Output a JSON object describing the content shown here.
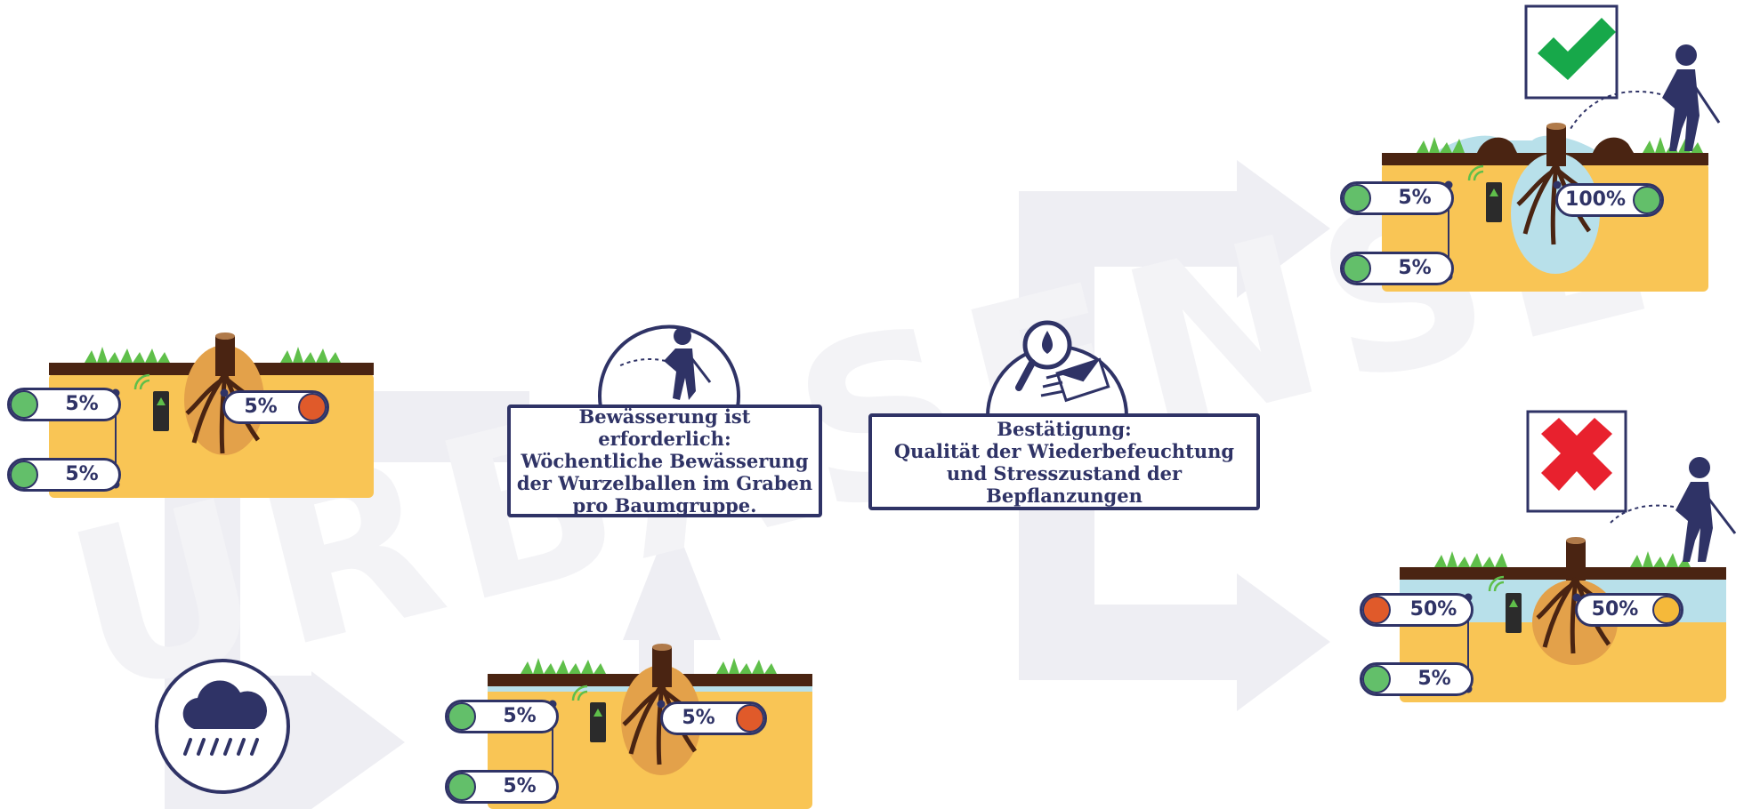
{
  "watermark": "URBASENSE",
  "colors": {
    "navy": "#2f3366",
    "soil": "#f9c555",
    "topsoil": "#4a2412",
    "water": "#b8e0ea",
    "grass": "#5fbf4a",
    "root": "#4a2412",
    "arrow": "#eeeef3",
    "sensor_ok": "#63bf6a",
    "sensor_dry": "#e05a2a",
    "sensor_mid": "#f5b93a",
    "check": "#17a84a",
    "cross": "#e8212e"
  },
  "scenes": {
    "initial": {
      "gauges": [
        {
          "value": "5%",
          "status": "ok"
        },
        {
          "value": "5%",
          "status": "ok"
        },
        {
          "value": "5%",
          "status": "dry"
        }
      ]
    },
    "after_rain": {
      "icon": "rain-cloud-icon",
      "gauges": [
        {
          "value": "5%",
          "status": "ok"
        },
        {
          "value": "5%",
          "status": "ok"
        },
        {
          "value": "5%",
          "status": "dry"
        }
      ]
    },
    "watering_required": {
      "icon": "gardener-watering-icon",
      "text": [
        "Bewässerung ist erforderlich:",
        "Wöchentliche Bewässerung",
        "der Wurzelballen im Graben",
        "pro Baumgruppe."
      ]
    },
    "confirmation": {
      "icon": "magnifier-drop-envelope-icon",
      "text": [
        "Bestätigung:",
        "Qualität der Wiederbefeuchtung",
        "und Stresszustand der Bepflanzungen"
      ]
    },
    "result_good": {
      "verdict_icon": "check-icon",
      "gauges": [
        {
          "value": "5%",
          "status": "ok"
        },
        {
          "value": "5%",
          "status": "ok"
        },
        {
          "value": "100%",
          "status": "ok"
        }
      ]
    },
    "result_bad": {
      "verdict_icon": "cross-icon",
      "gauges": [
        {
          "value": "50%",
          "status": "dry"
        },
        {
          "value": "5%",
          "status": "ok"
        },
        {
          "value": "50%",
          "status": "mid"
        }
      ]
    }
  }
}
